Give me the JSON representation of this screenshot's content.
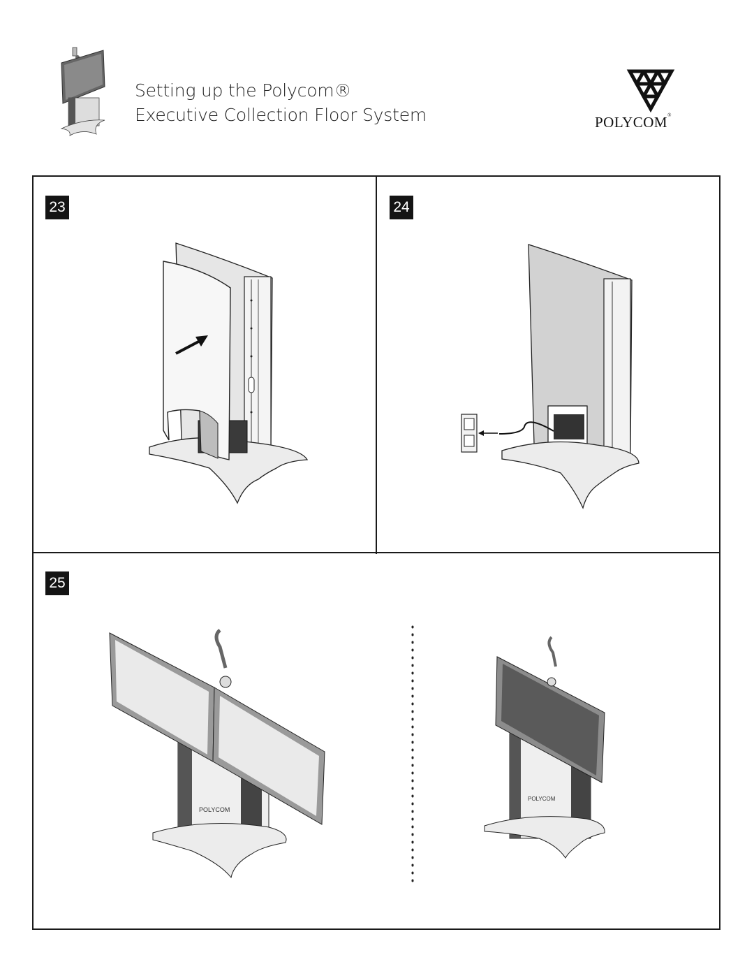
{
  "header": {
    "title_line1": "Setting up the Polycom®",
    "title_line2": "Executive Collection Floor System",
    "logo_text": "POLYCOM",
    "logo_mark": "®"
  },
  "steps": [
    {
      "number": "23",
      "illustration": "front-panel-install"
    },
    {
      "number": "24",
      "illustration": "power-cord-to-outlet"
    },
    {
      "number": "25",
      "illustration": "dual-and-single-monitor-systems"
    }
  ],
  "product_label": "POLYCOM",
  "colors": {
    "border": "#1a1a1a",
    "step_badge": "#141414",
    "step_text": "#ffffff"
  }
}
